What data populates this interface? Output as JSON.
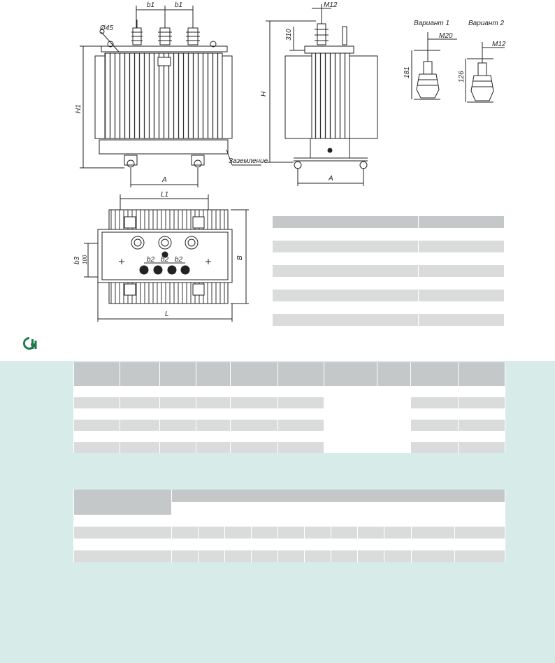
{
  "drawing": {
    "front_view": {
      "dim_b1_left": "b1",
      "dim_b1_right": "b1",
      "dim_diameter": "Ø45",
      "dim_height": "H1",
      "dim_wheel_base": "A",
      "ground_label": "Заземление"
    },
    "side_view": {
      "dim_bolt": "M12",
      "dim_310": "310",
      "dim_height": "H",
      "dim_wheel_base": "A"
    },
    "variants": {
      "variant1_title": "Вариант 1",
      "variant2_title": "Вариант 2",
      "variant1_thread": "M20",
      "variant2_thread": "M12",
      "variant1_height": "181",
      "variant2_height": "126"
    },
    "plan_view": {
      "dim_l1": "L1",
      "dim_l": "L",
      "dim_b": "B",
      "dim_b3": "b3",
      "dim_100": "100",
      "dim_b2a": "b2",
      "dim_b2b": "b2",
      "dim_b2c": "b2"
    }
  },
  "colors": {
    "band": "#d7ece8",
    "row_light": "#dadcdc",
    "row_header": "#c5c8c9",
    "logo_green": "#1f7a4a"
  }
}
